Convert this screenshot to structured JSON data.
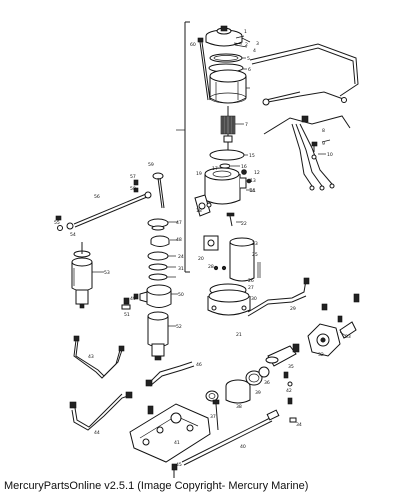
{
  "caption": "MercuryPartsOnline v2.5.1 (Image Copyright- Mercury Marine)",
  "callouts": {
    "c1": "1",
    "c2": "2",
    "c3": "3",
    "c4": "4",
    "c5": "5",
    "c6": "6",
    "c7": "7",
    "c8": "8",
    "c9": "9",
    "c10": "10",
    "c11": "11",
    "c12": "12",
    "c13": "13",
    "c14": "14",
    "c15": "15",
    "c16": "16",
    "c17": "17",
    "c18": "18",
    "c19": "19",
    "c20": "20",
    "c21": "21",
    "c22": "22",
    "c23": "23",
    "c24": "24",
    "c25": "25",
    "c26": "26",
    "c27": "27",
    "c28": "28",
    "c29": "29",
    "c30": "30",
    "c31": "31",
    "c32": "32",
    "c33": "33",
    "c34": "34",
    "c35": "35",
    "c36": "36",
    "c37": "37",
    "c38": "38",
    "c39": "39",
    "c40": "40",
    "c41": "41",
    "c42": "42",
    "c43": "43",
    "c44": "44",
    "c45": "45",
    "c46": "46",
    "c47": "47",
    "c48": "48",
    "c49": "49",
    "c50": "50",
    "c51": "51",
    "c52": "52",
    "c53": "53",
    "c54": "54",
    "c55": "55",
    "c56": "56",
    "c57": "57",
    "c58": "58",
    "c59": "59",
    "c60": "60"
  }
}
